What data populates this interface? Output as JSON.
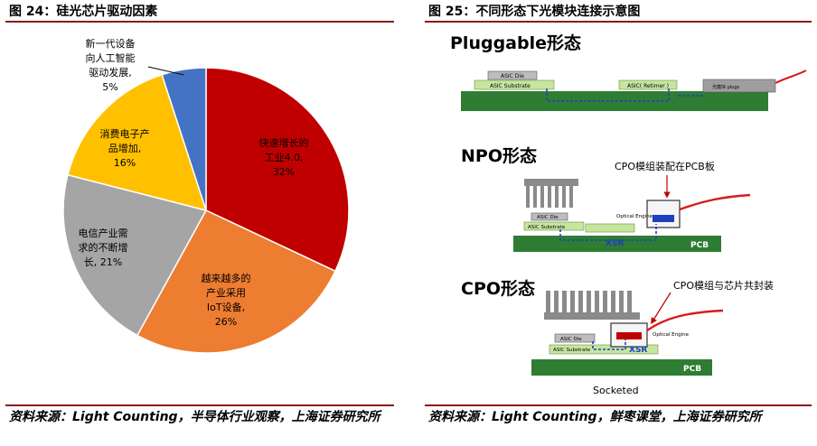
{
  "left": {
    "title": "图 24：硅光芯片驱动因素",
    "source": "资料来源：Light Counting，半导体行业观察，上海证券研究所",
    "chart_data": {
      "type": "pie",
      "slices": [
        {
          "label": "快速增长的工业4.0，32%",
          "value": 32,
          "color": "#c00000"
        },
        {
          "label": "越来越多的产业采用IoT设备，26%",
          "value": 26,
          "color": "#ed7d31"
        },
        {
          "label": "电信产业需求的不断增长，21%",
          "value": 21,
          "color": "#a5a5a5"
        },
        {
          "label": "消费电子产品增加，16%",
          "value": 16,
          "color": "#ffc000"
        },
        {
          "label": "新一代设备向人工智能驱动发展，5%",
          "value": 5,
          "color": "#4472c4"
        }
      ],
      "label_lines": [
        [
          "快速增长的",
          "工业4.0,",
          "32%"
        ],
        [
          "越来越多的",
          "产业采用",
          "IoT设备,",
          "26%"
        ],
        [
          "电信产业需",
          "求的不断增",
          "长, 21%"
        ],
        [
          "消费电子产",
          "品增加,",
          "16%"
        ],
        [
          "新一代设备",
          "向人工智能",
          "驱动发展,",
          "5%"
        ]
      ]
    }
  },
  "right": {
    "title": "图 25：不同形态下光模块连接示意图",
    "source": "资料来源：Light Counting，鲜枣课堂，上海证券研究所",
    "pluggable": {
      "heading": "Pluggable形态",
      "asic_die": "ASIC Die",
      "asic_substrate": "ASIC Substrate",
      "retimer": "ASIC( Retimer )",
      "fiber": "光模块 plugs"
    },
    "npo": {
      "heading": "NPO形态",
      "note": "CPO模组装配在PCB板",
      "asic_die": "ASIC Die",
      "asic_substrate": "ASIC Substrate",
      "optical_engine": "Optical Engine",
      "xsr": "XSR",
      "pcb": "PCB"
    },
    "cpo": {
      "heading": "CPO形态",
      "note": "CPO模组与芯片共封装",
      "asic_die": "ASIC Die",
      "asic_substrate": "ASIC Substrate",
      "optical_engine": "Optical Engine",
      "xsr": "XSR",
      "pcb": "PCB",
      "socketed": "Socketed"
    }
  }
}
